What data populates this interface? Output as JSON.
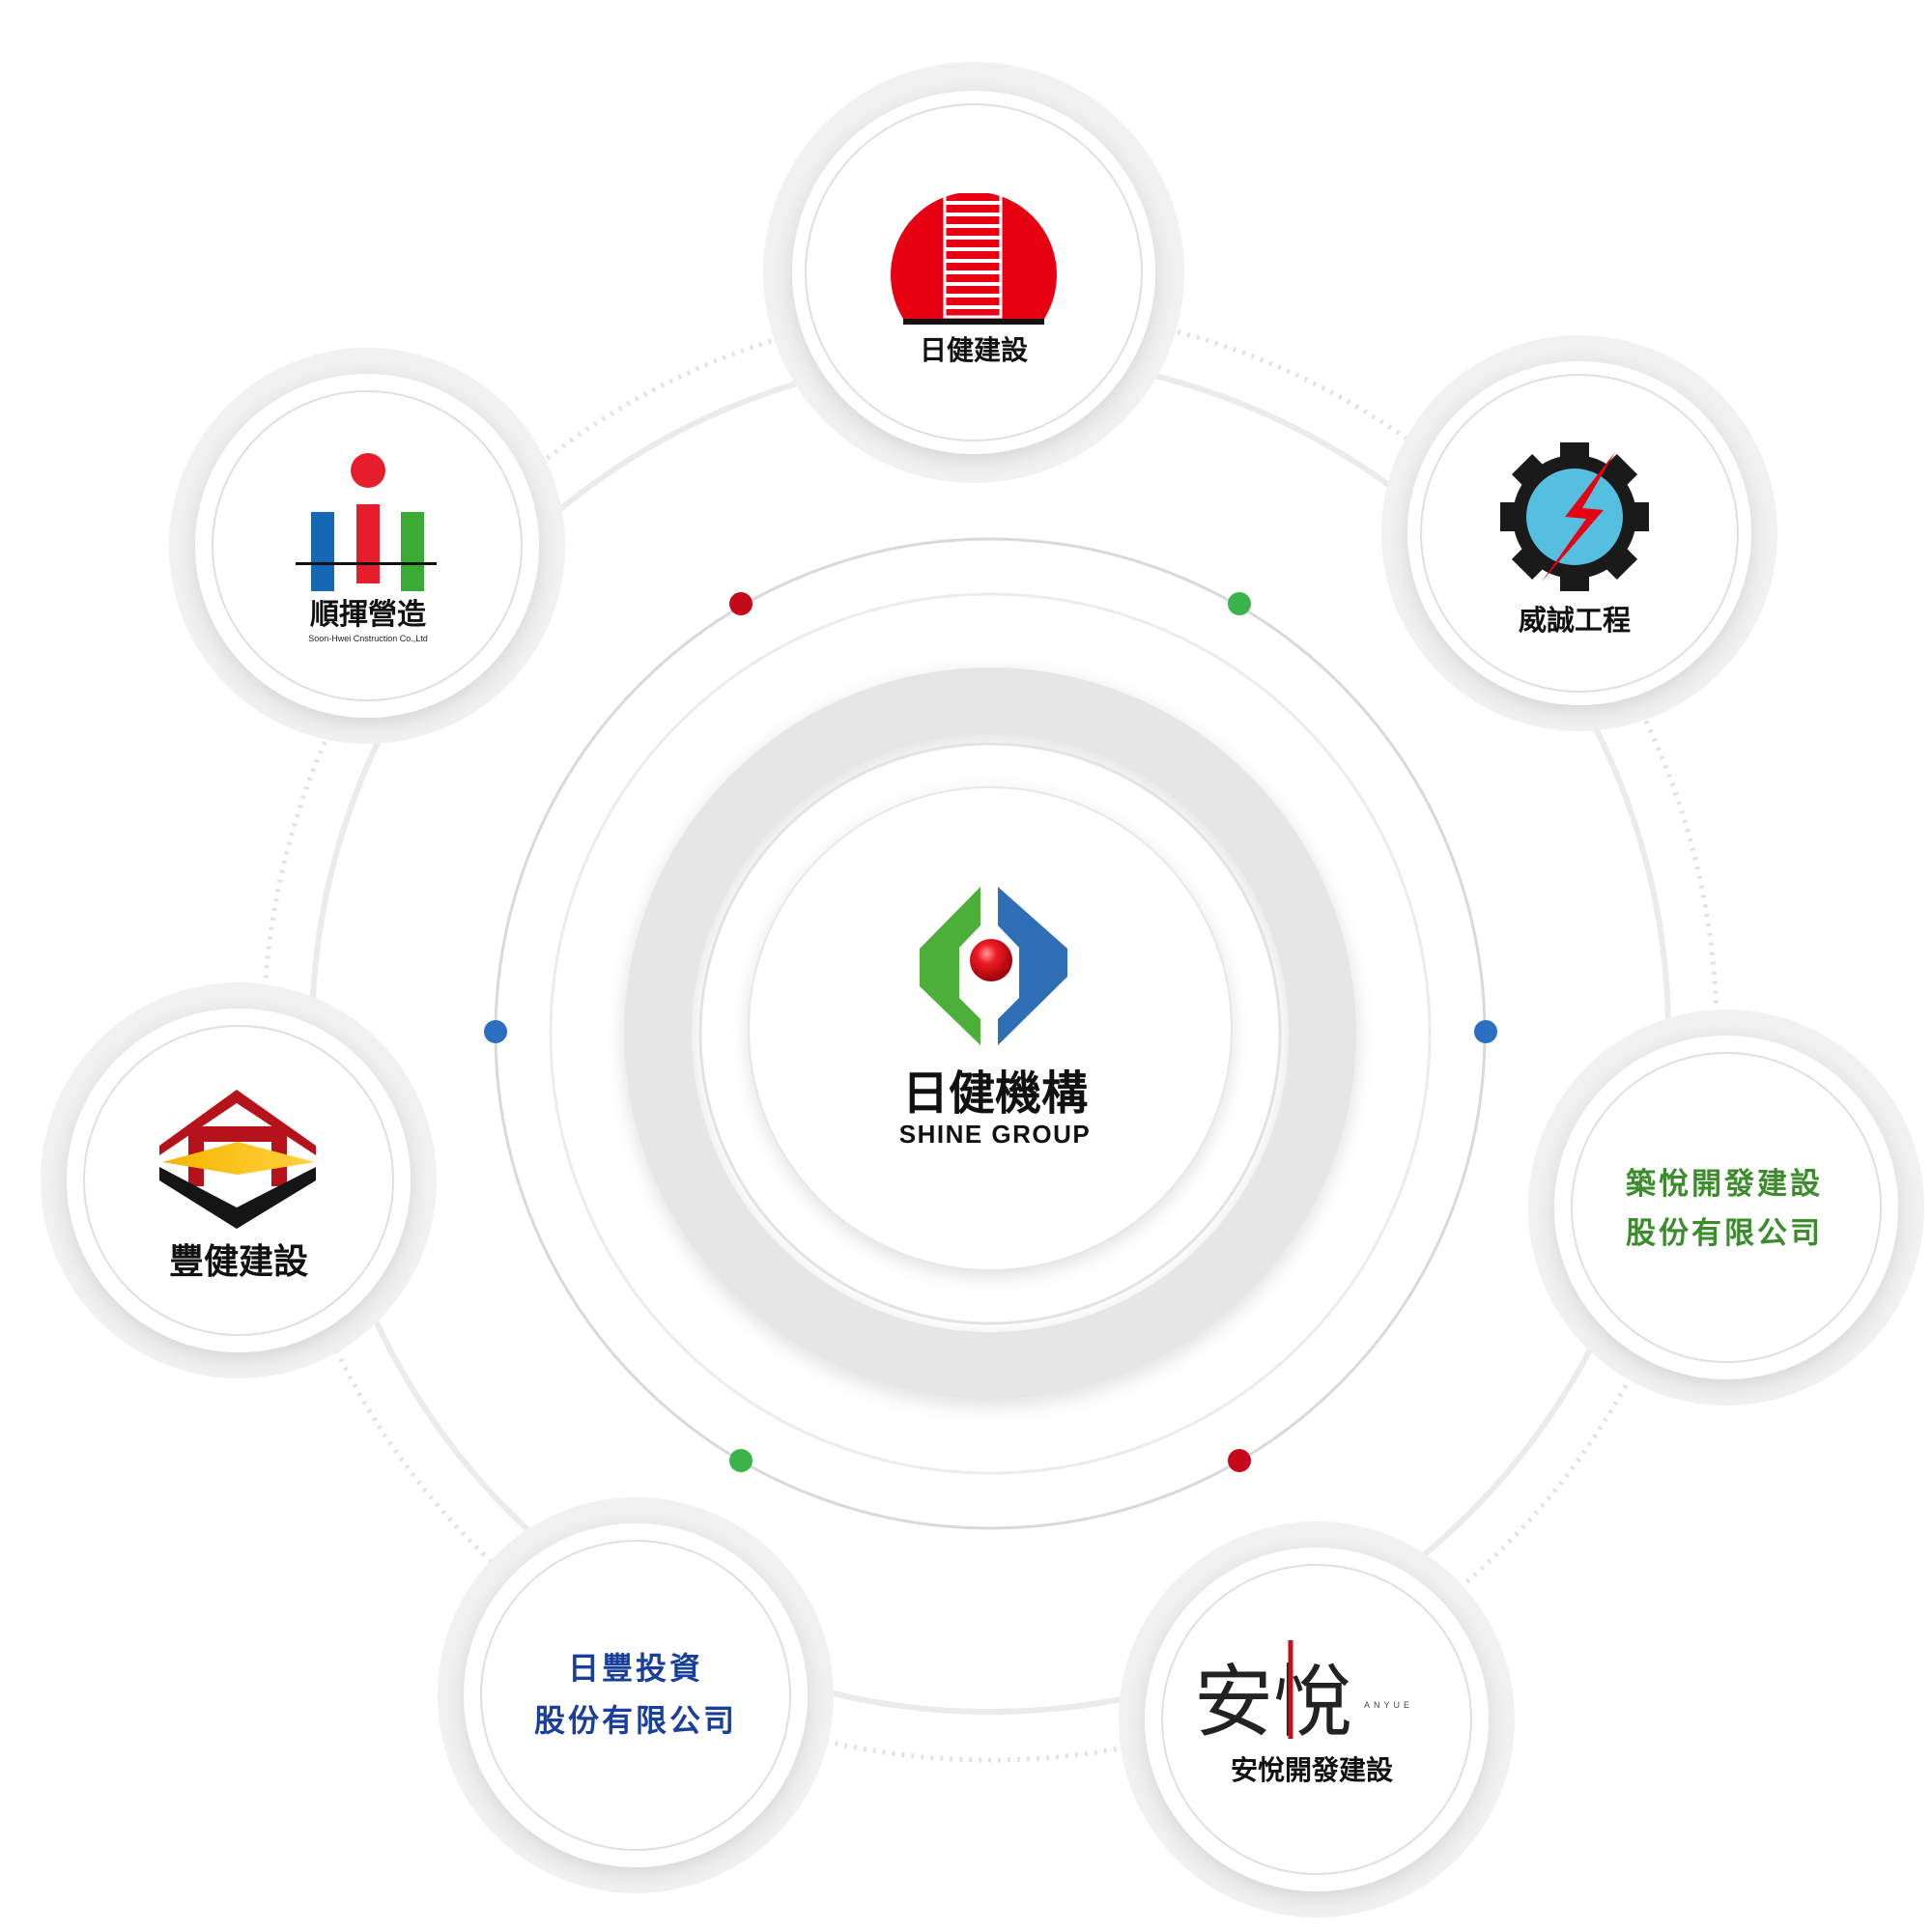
{
  "center": {
    "name_zh": "日健機構",
    "name_en": "SHINE GROUP"
  },
  "companies": [
    {
      "id": "rijian",
      "label": "日健建設"
    },
    {
      "id": "weicheng",
      "label": "威誠工程"
    },
    {
      "id": "zhuyue",
      "line1": "築悅開發建設",
      "line2": "股份有限公司"
    },
    {
      "id": "anyue",
      "label": "安悅開發建設",
      "logo_text": "安悅",
      "logo_sub": "ANYUE"
    },
    {
      "id": "rifeng",
      "line1": "日豐投資",
      "line2": "股份有限公司"
    },
    {
      "id": "fengjian",
      "label": "豐健建設"
    },
    {
      "id": "shunhui",
      "label": "順揮營造",
      "sub": "Soon-Hwei Cnstruction Co.,Ltd"
    }
  ],
  "colors": {
    "red": "#e60012",
    "green": "#4caf3a",
    "blue": "#2f6db5",
    "navy": "#1a3f9a",
    "zhuyue_green": "#3c8c2e",
    "ring_gray": "#e9e9e9",
    "dot_red": "#c40a1a",
    "dot_green": "#3ab34a",
    "dot_blue": "#2a6fc0"
  }
}
